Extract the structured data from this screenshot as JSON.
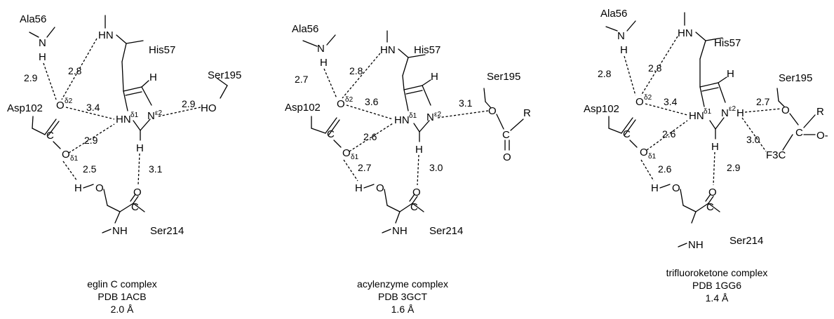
{
  "residues": {
    "ala": "Ala56",
    "his": "His57",
    "ser195": "Ser195",
    "asp": "Asp102",
    "ser214": "Ser214"
  },
  "atoms": {
    "N": "N",
    "H": "H",
    "HN": "HN",
    "NH": "NH",
    "O": "O",
    "C": "C",
    "HO": "HO",
    "R": "R",
    "F3C": "F3C",
    "Ominus": "O-"
  },
  "greek": {
    "d2": "δ2",
    "d1": "δ1",
    "e2": "ε2"
  },
  "panels": [
    {
      "distances": [
        "2.9",
        "2.8",
        "3.4",
        "2.9",
        "2.9",
        "2.5",
        "3.1"
      ],
      "caption": [
        "eglin C complex",
        "PDB 1ACB",
        "2.0 Å"
      ]
    },
    {
      "distances": [
        "2.7",
        "2.8",
        "3.6",
        "3.1",
        "2.6",
        "2.7",
        "3.0"
      ],
      "caption": [
        "acylenzyme complex",
        "PDB 3GCT",
        "1.6 Å"
      ]
    },
    {
      "distances": [
        "2.8",
        "2.8",
        "3.4",
        "2.7",
        "2.6",
        "3.0",
        "2.6",
        "2.9"
      ],
      "caption": [
        "trifluoroketone complex",
        "PDB 1GG6",
        "1.4 Å"
      ]
    }
  ]
}
